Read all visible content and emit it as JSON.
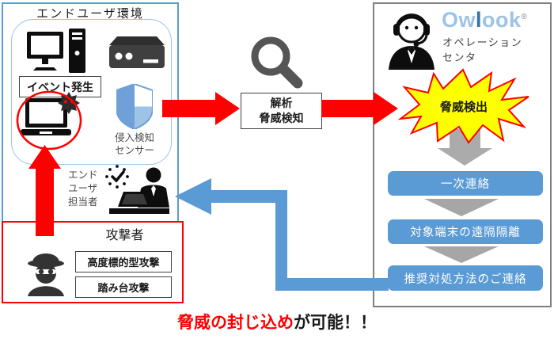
{
  "env": {
    "title": "エンドユーザ環境",
    "event_label": "イベント発生",
    "sensor_line1": "侵入検知",
    "sensor_line2": "センサー",
    "staff_line1": "エンド",
    "staff_line2": "ユーザ",
    "staff_line3": "担当者"
  },
  "analysis": {
    "line1": "解析",
    "line2": "脅威検知"
  },
  "ops": {
    "logo_part1": "Ow",
    "logo_part2": "l",
    "logo_part3": "ook",
    "logo_reg": "®",
    "center_line1": "オペレーション",
    "center_line2": "センタ",
    "alert": "脅威検出",
    "steps": [
      "一次連絡",
      "対象端末の遠隔隔離",
      "推奨対処方法のご連絡"
    ]
  },
  "attacker": {
    "title": "攻撃者",
    "attack1": "高度標的型攻撃",
    "attack2": "踏み台攻撃"
  },
  "headline": {
    "red_part": "脅威の封じ込め",
    "black_part": "が可能！！"
  },
  "icons": [
    "desktop-computer-icon",
    "server-icon",
    "infected-laptop-icon",
    "malware-gear-icon",
    "shield-sensor-icon",
    "magnifier-icon",
    "operator-headset-icon",
    "staff-at-desk-clock-icon",
    "spy-attacker-icon"
  ],
  "colors": {
    "red": "#FF0000",
    "flow_blue": "#5B9BD5",
    "light_blue_border": "#9DC3E6",
    "ops_border": "#7F7F7F",
    "burst_yellow": "#FFFF00",
    "gray_arrow": "#ABABAB"
  }
}
